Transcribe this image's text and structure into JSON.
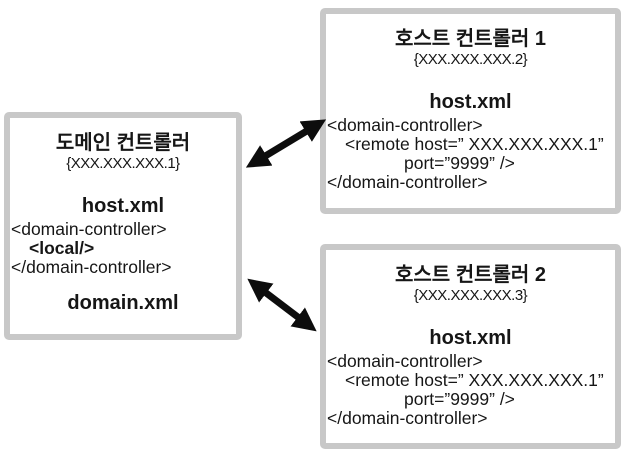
{
  "colors": {
    "background": "#ffffff",
    "box_border": "#c8c8c8",
    "text": "#161616",
    "arrow": "#0d0d0d"
  },
  "domain_controller": {
    "title": "도메인 컨트롤러",
    "address": "{XXX.XXX.XXX.1}",
    "host_file": "host.xml",
    "xml": {
      "open_tag": "<domain-controller>",
      "local_tag": "<local/>",
      "close_tag": "</domain-controller>"
    },
    "domain_file": "domain.xml"
  },
  "host_controller_1": {
    "title": "호스트 컨트롤러 1",
    "address": "{XXX.XXX.XXX.2}",
    "host_file": "host.xml",
    "xml": {
      "open_tag": "<domain-controller>",
      "remote_host": "<remote host=” XXX.XXX.XXX.1”",
      "remote_port": "port=”9999” />",
      "close_tag": "</domain-controller>"
    }
  },
  "host_controller_2": {
    "title": "호스트 컨트롤러 2",
    "address": "{XXX.XXX.XXX.3}",
    "host_file": "host.xml",
    "xml": {
      "open_tag": "<domain-controller>",
      "remote_host": "<remote host=” XXX.XXX.XXX.1”",
      "remote_port": "port=”9999” />",
      "close_tag": "</domain-controller>"
    }
  }
}
